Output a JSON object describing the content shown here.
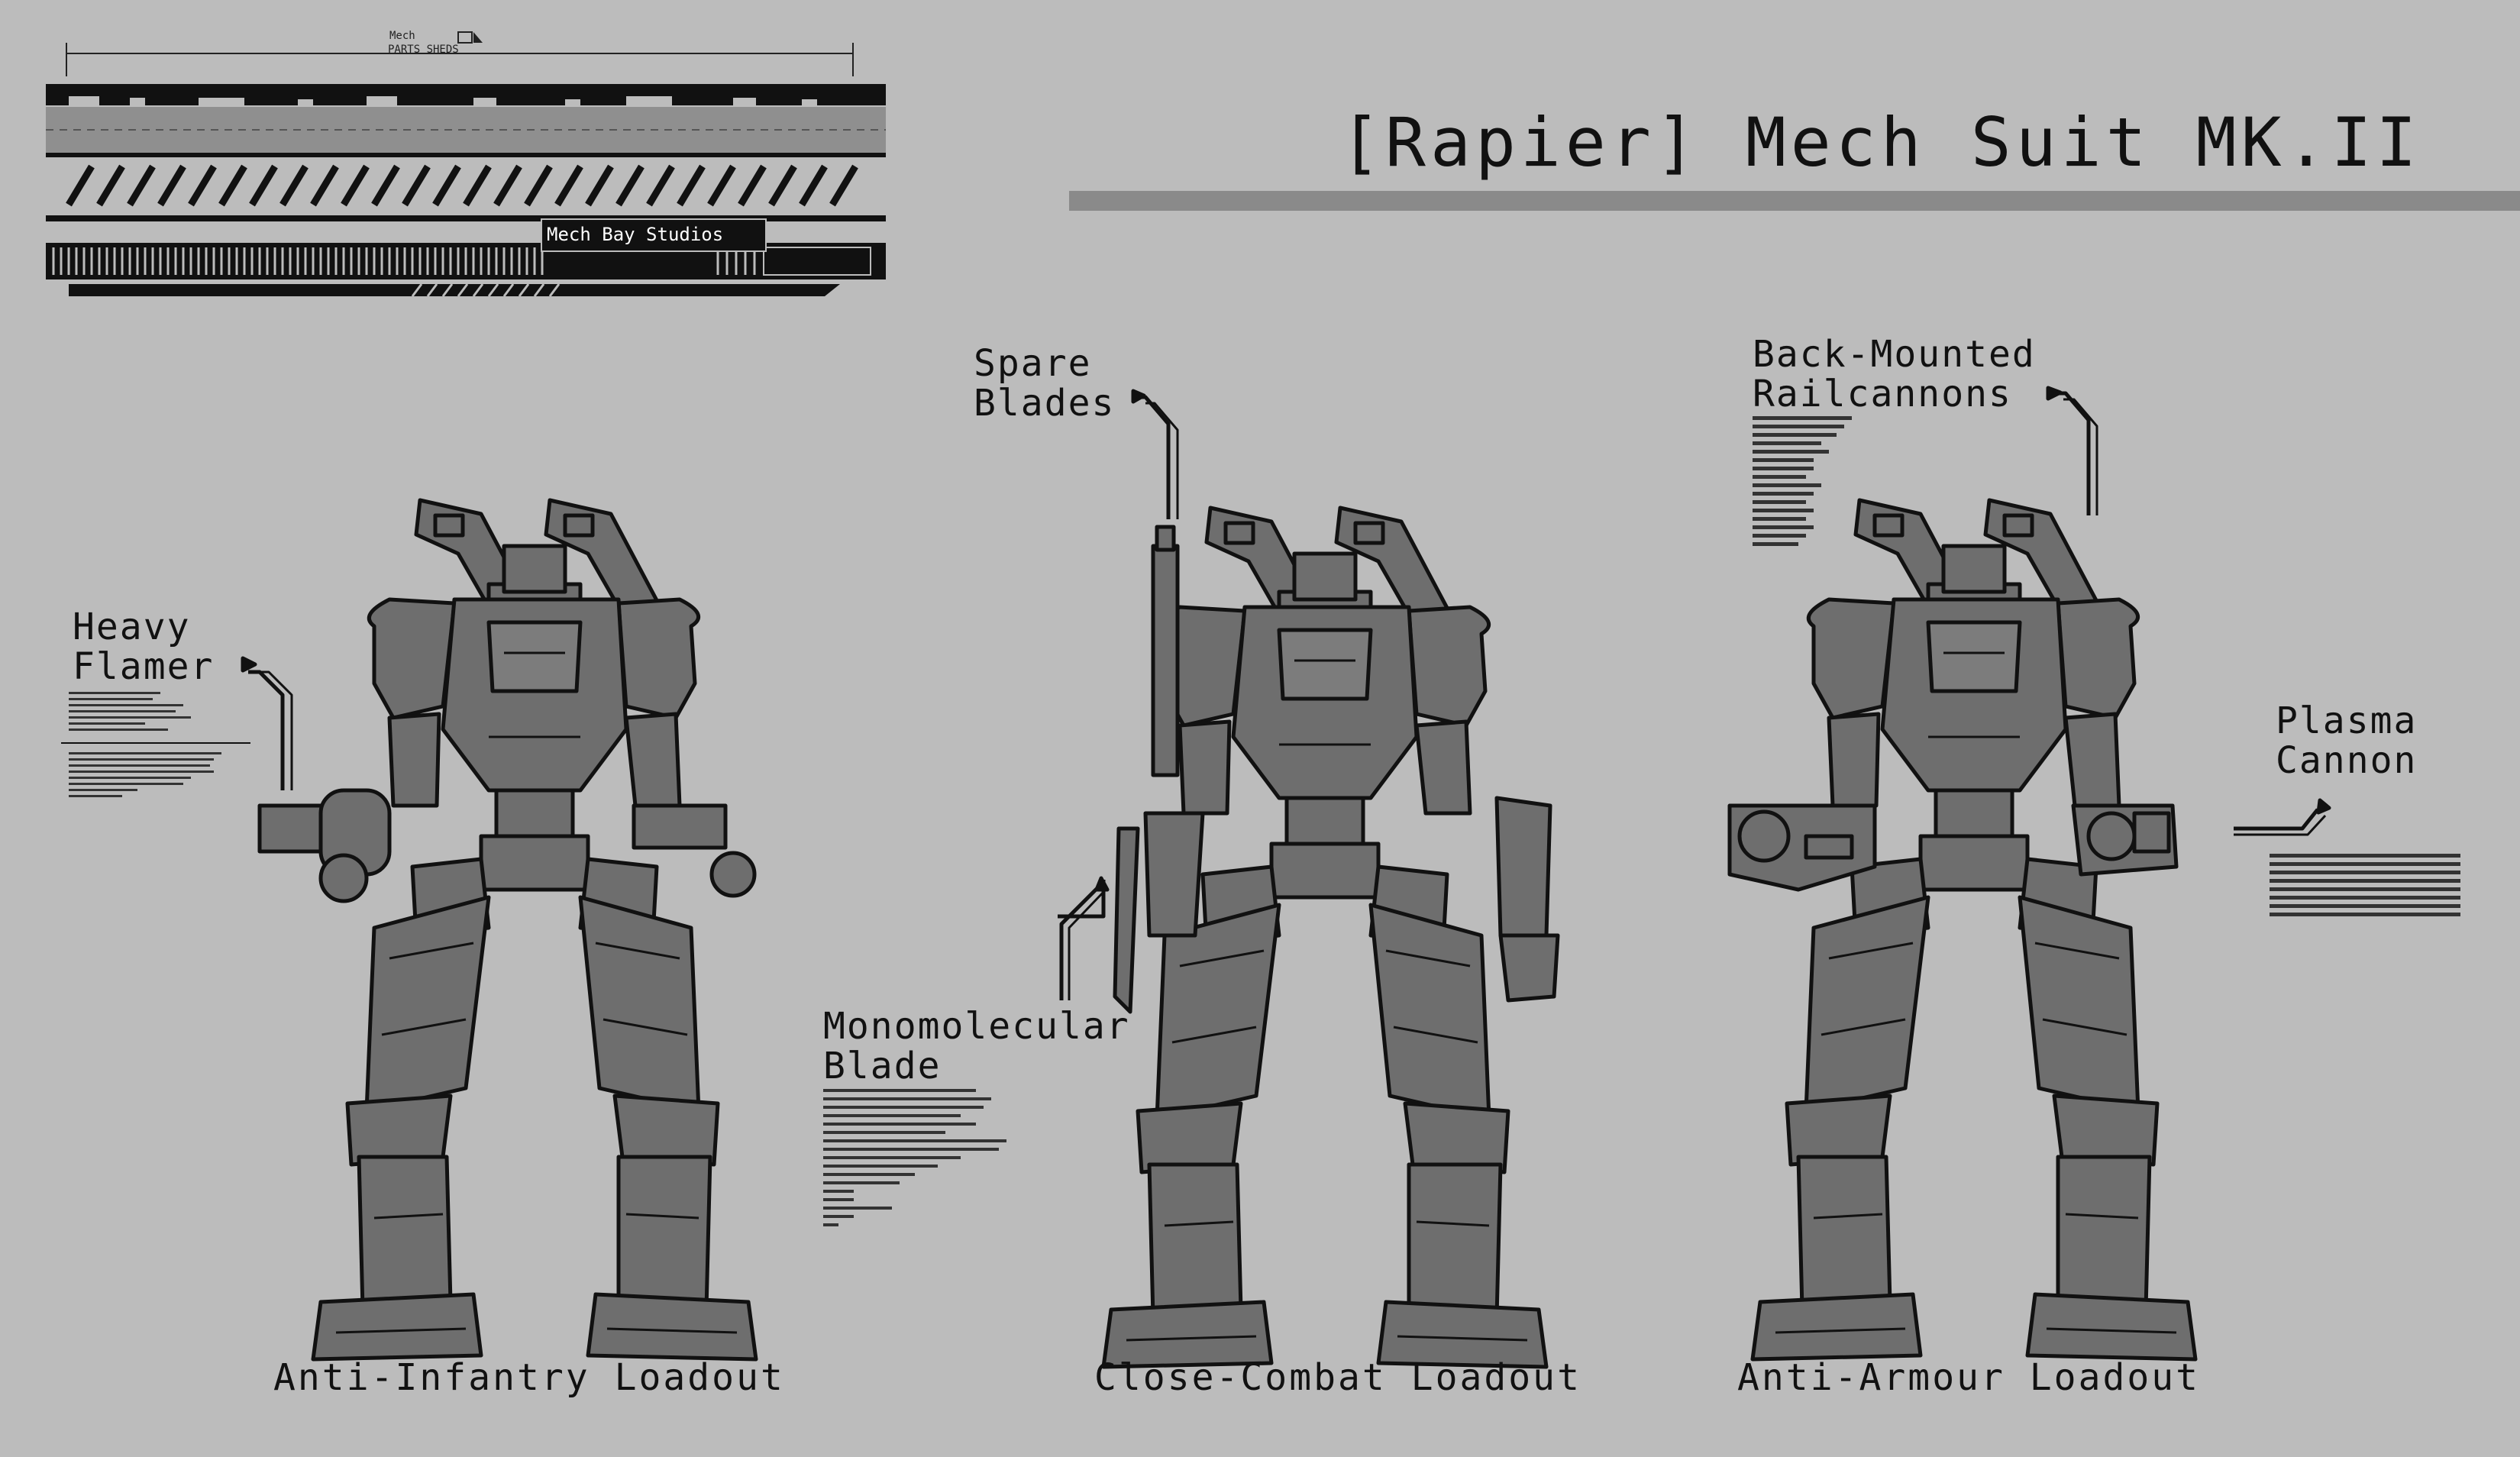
{
  "header_logo": {
    "top_label": "Mech",
    "sub_label": "PARTS SHEDS",
    "studio_name": "Mech Bay Studios"
  },
  "title": "[Rapier] Mech Suit MK.II",
  "colors": {
    "background": "#bcbcbc",
    "ink": "#111111",
    "mech_fill": "#6e6e6e",
    "title_bar": "#8a8a8a"
  },
  "callouts": {
    "heavy_flamer": "Heavy\nFlamer",
    "spare_blades": "Spare\nBlades",
    "monomolecular_blade": "Monomolecular\nBlade",
    "back_mounted_railcannons": "Back-Mounted\nRailcannons",
    "plasma_cannon": "Plasma\nCannon"
  },
  "loadouts": [
    {
      "caption": "Anti-Infantry Loadout"
    },
    {
      "caption": "Close-Combat Loadout"
    },
    {
      "caption": "Anti-Armour Loadout"
    }
  ]
}
